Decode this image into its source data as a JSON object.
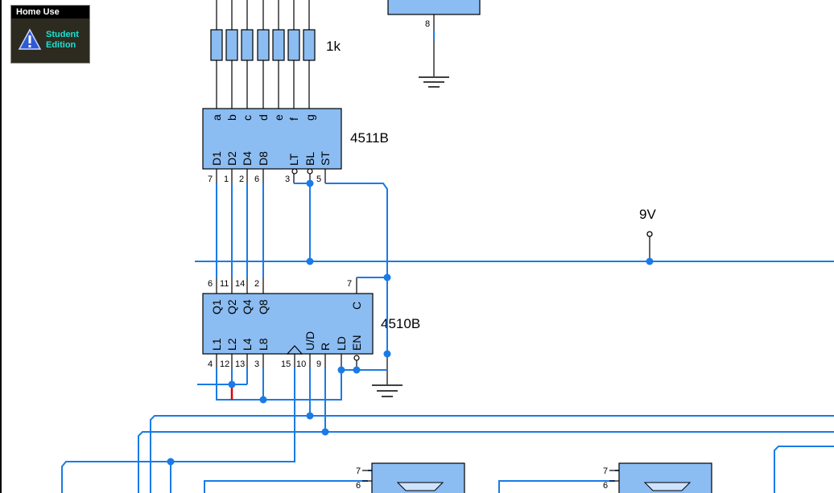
{
  "badge": {
    "title": "Home Use",
    "edition_line1": "Student",
    "edition_line2": "Edition",
    "icon": "warning-triangle-icon"
  },
  "colors": {
    "wire": "#1a7be6",
    "chip_fill": "#8bbcf2",
    "chip_border": "#000000",
    "highlight": "#e00000"
  },
  "resistors": {
    "label": "1k"
  },
  "top_chip": {
    "pin_number": "8"
  },
  "decoder": {
    "name": "4511B",
    "outputs": [
      "a",
      "b",
      "c",
      "d",
      "e",
      "f",
      "g"
    ],
    "inputs": [
      "D1",
      "D2",
      "D4",
      "D8",
      "LT",
      "BL",
      "ST"
    ],
    "pin_numbers": [
      "7",
      "1",
      "2",
      "6",
      "3",
      "5"
    ]
  },
  "supply": {
    "label": "9V"
  },
  "counter": {
    "name": "4510B",
    "top_labels": [
      "Q1",
      "Q2",
      "Q4",
      "Q8",
      "C"
    ],
    "top_pins": [
      "6",
      "11",
      "14",
      "2",
      "7"
    ],
    "bottom_labels": [
      "L1",
      "L2",
      "L4",
      "L8",
      "U/D",
      "R",
      "LD",
      "EN"
    ],
    "bottom_pins": [
      "4",
      "12",
      "13",
      "3",
      "15",
      "10",
      "9"
    ]
  },
  "lower_chips": [
    {
      "pins": [
        "7",
        "6"
      ]
    },
    {
      "pins": [
        "7",
        "6"
      ]
    }
  ]
}
